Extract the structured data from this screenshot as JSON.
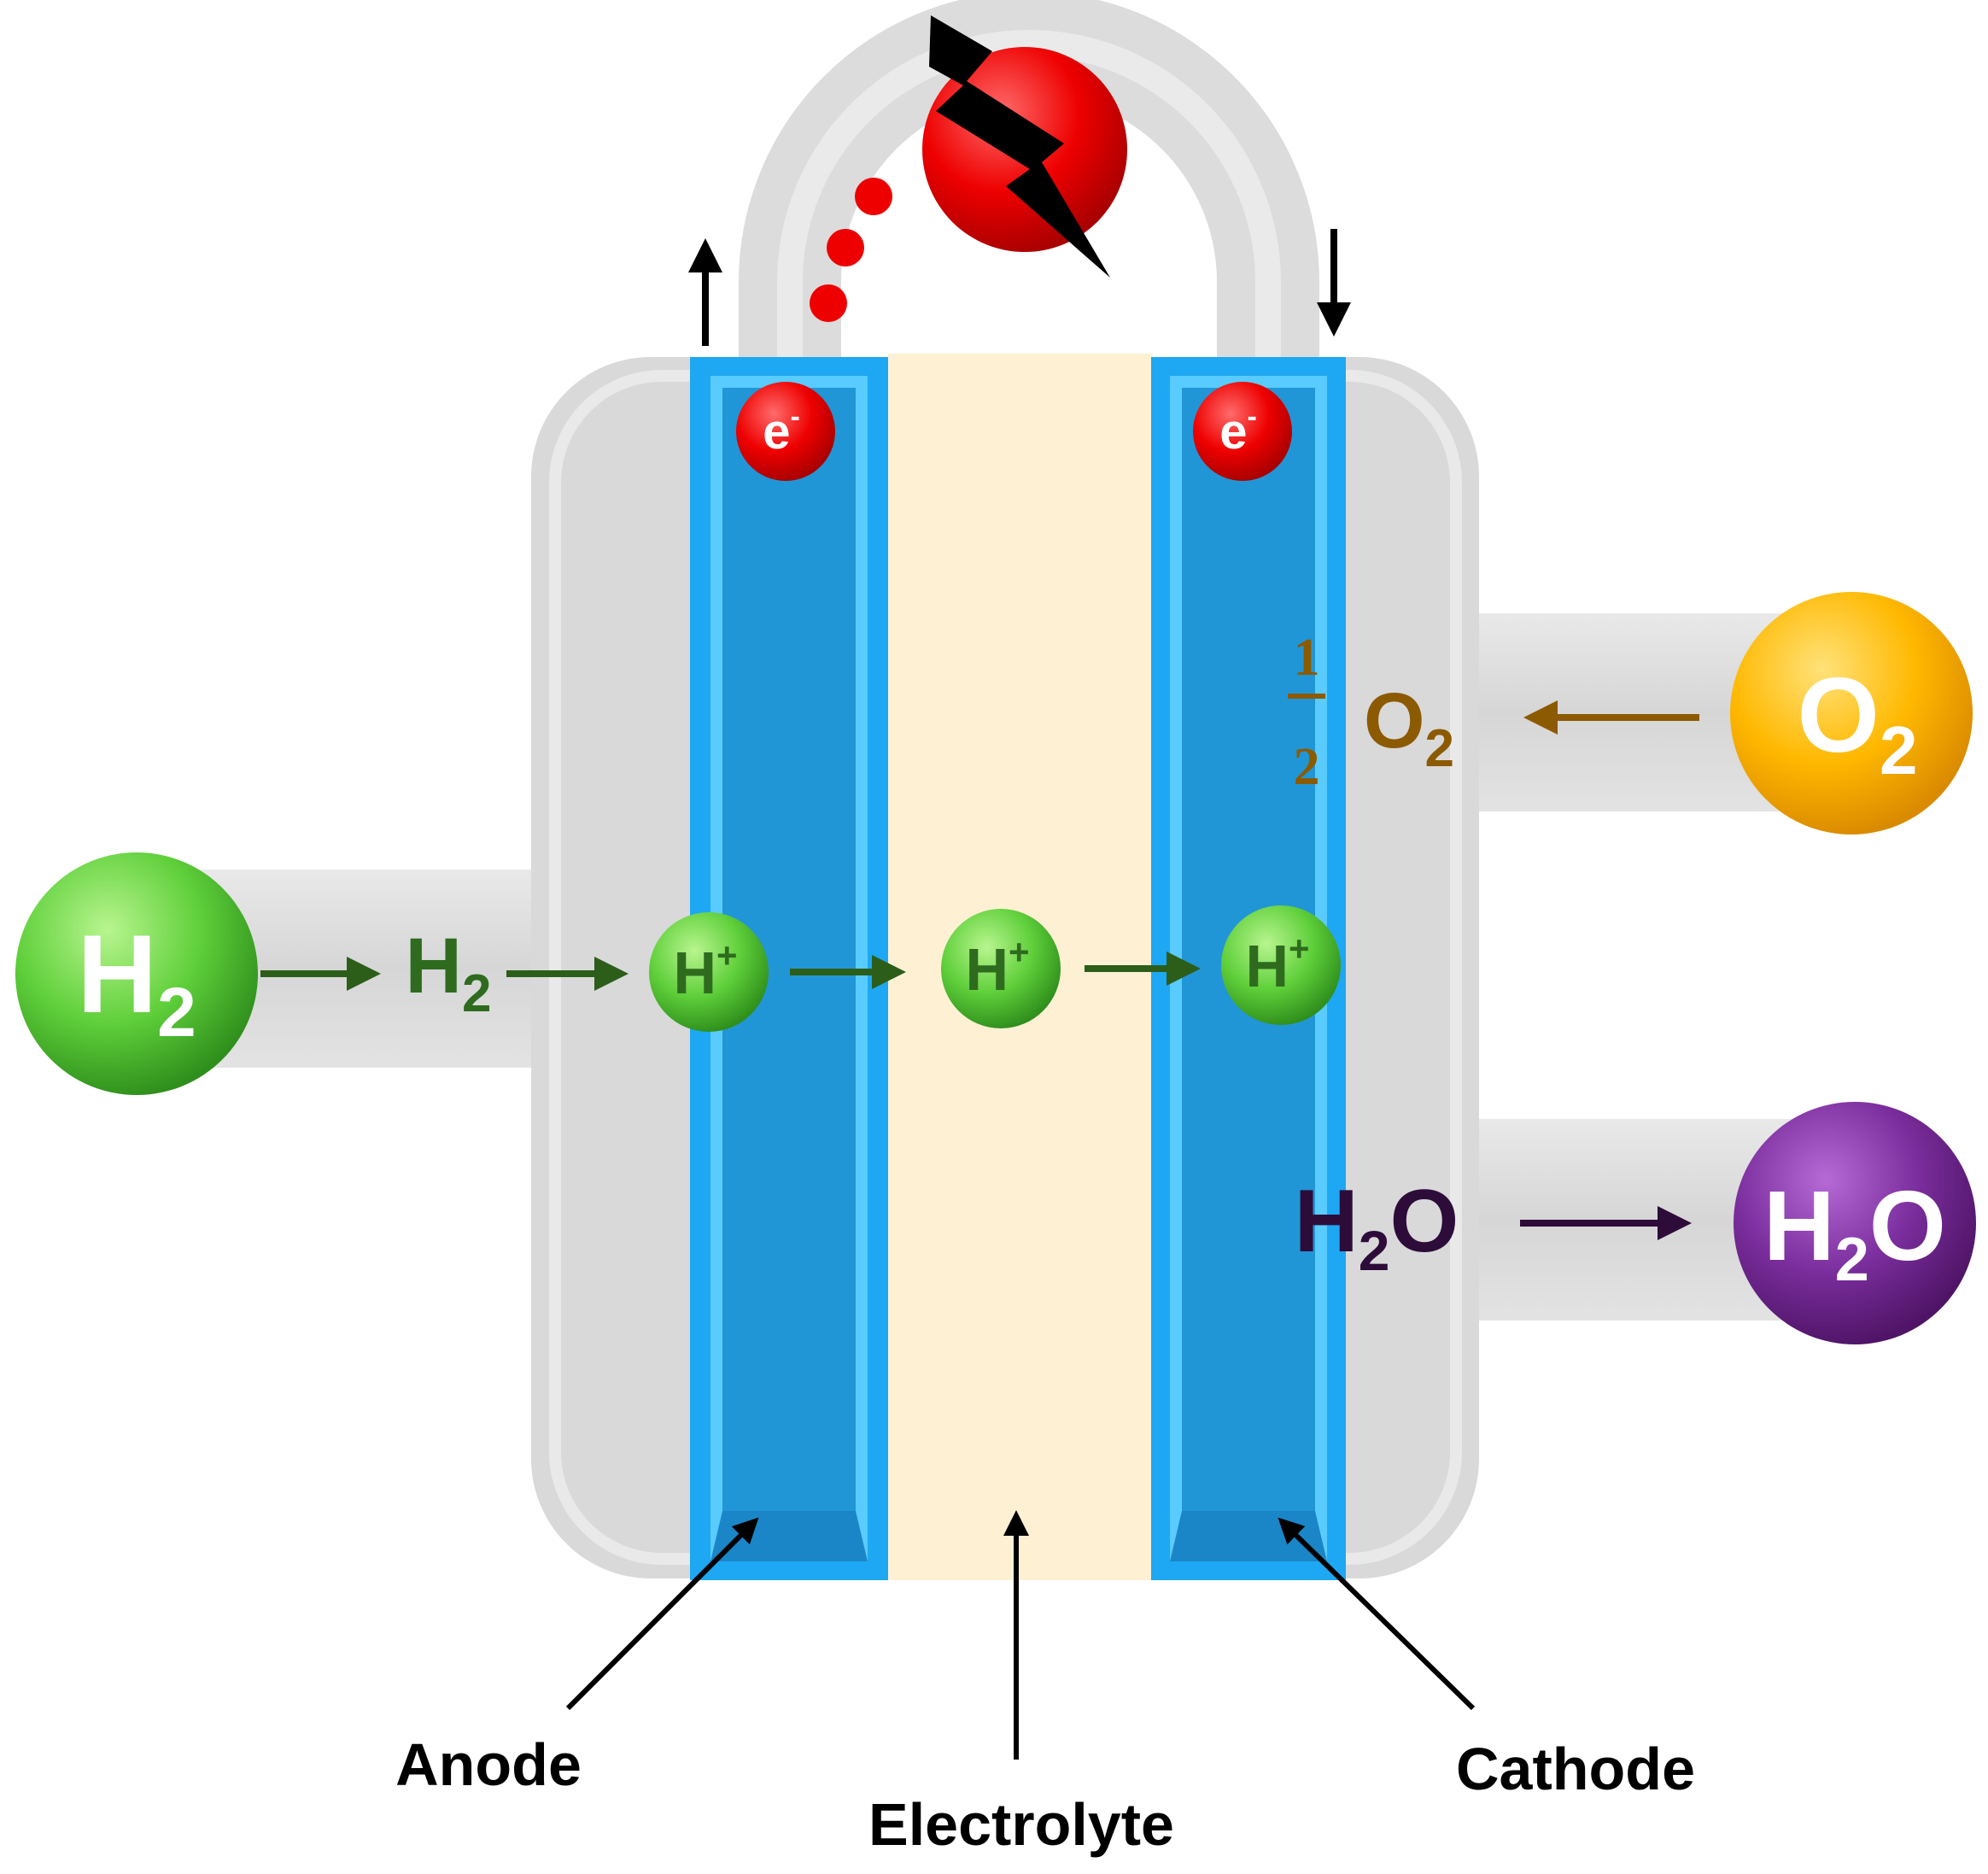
{
  "electrons": {
    "left_symbol": "e",
    "left_sup": "-",
    "right_symbol": "e",
    "right_sup": "-"
  },
  "hydrogen_source": {
    "label": "H",
    "sub": "2"
  },
  "hydrogen_gas": {
    "label": "H",
    "sub": "2"
  },
  "protons": [
    {
      "label": "H",
      "sup": "+"
    },
    {
      "label": "H",
      "sup": "+"
    },
    {
      "label": "H",
      "sup": "+"
    }
  ],
  "oxygen_half": {
    "numerator": "1",
    "denominator": "2",
    "label": "O",
    "sub": "2"
  },
  "oxygen_source": {
    "label": "O",
    "sub": "2"
  },
  "water_product": {
    "label": "H",
    "sub": "2",
    "tail": "O"
  },
  "water_output": {
    "label": "H",
    "sub": "2",
    "tail": "O"
  },
  "labels": {
    "anode": "Anode",
    "electrolyte": "Electrolyte",
    "cathode": "Cathode"
  },
  "colors": {
    "housing": "#d9d9d9",
    "electrode": "#1ea7f2",
    "electrode_inner": "#2196d6",
    "electrolyte": "#fdf0d3",
    "hydrogen": "#5fcf3a",
    "hydrogen_text": "#2f6b1f",
    "oxygen": "#ffb800",
    "oxygen_text": "#8c5a00",
    "water": "#7a2d9c",
    "water_text": "#2d0c3a",
    "electron": "#ee0000",
    "load": "#ee0000"
  }
}
